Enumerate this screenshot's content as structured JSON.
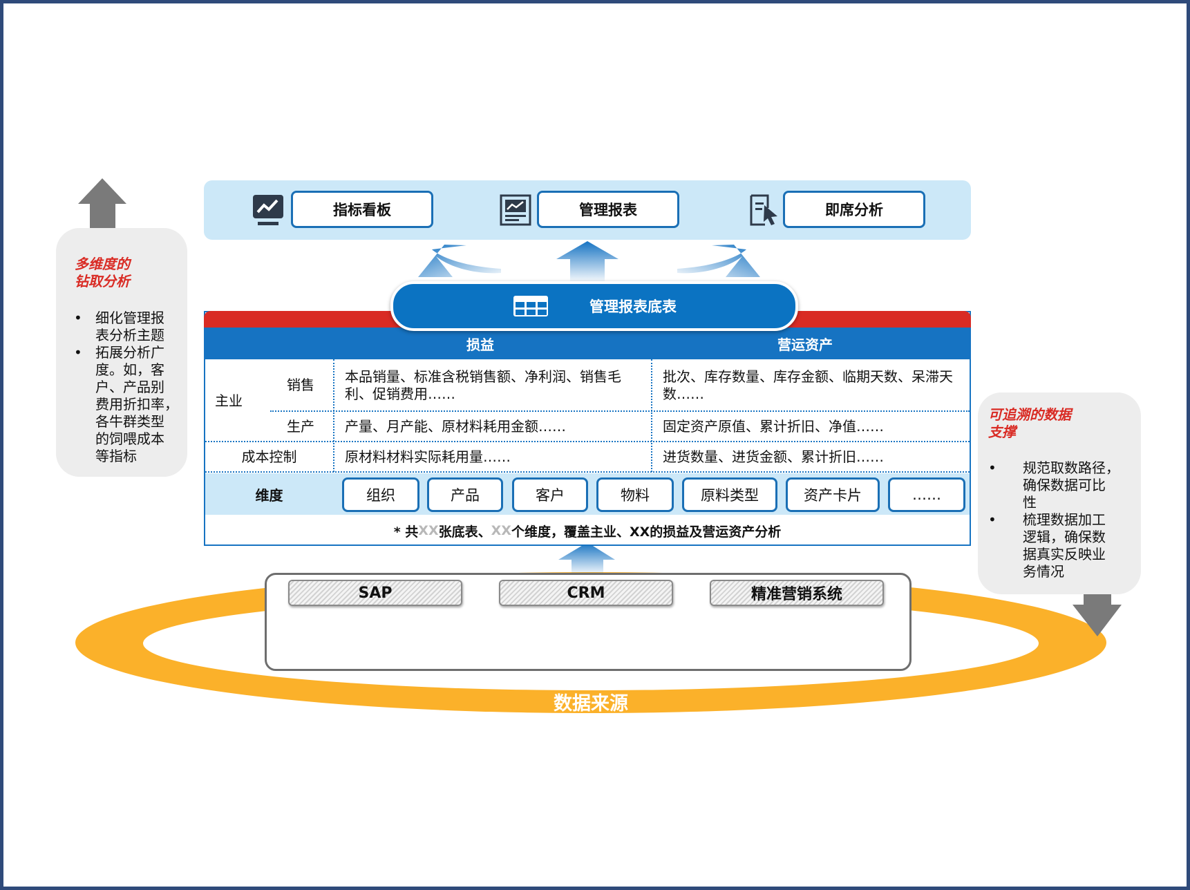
{
  "top_tools": [
    {
      "label": "指标看板",
      "icon": "line-chart-monitor-icon"
    },
    {
      "label": "管理报表",
      "icon": "report-chart-icon"
    },
    {
      "label": "即席分析",
      "icon": "document-cursor-icon"
    }
  ],
  "banner": {
    "label": "管理报表底表",
    "icon": "table-grid-icon"
  },
  "table": {
    "columns": [
      "损益",
      "营运资产"
    ],
    "main_label": "主业",
    "rows": [
      {
        "label": "销售",
        "pl": "本品销量、标准含税销售额、净利润、销售毛利、促销费用……",
        "assets": "批次、库存数量、库存金额、临期天数、呆滞天数……"
      },
      {
        "label": "生产",
        "pl": "产量、月产能、原材料耗用金额……",
        "assets": "固定资产原值、累计折旧、净值……"
      },
      {
        "label": "成本控制",
        "pl": "原材料材料实际耗用量……",
        "assets": "进货数量、进货金额、累计折旧……"
      }
    ],
    "dimension_label": "维度",
    "dimensions": [
      "组织",
      "产品",
      "客户",
      "物料",
      "原料类型",
      "资产卡片",
      "……"
    ],
    "footnote": {
      "p1": "* 共",
      "p2": "XX",
      "p3": "张底表、",
      "p4": "XX",
      "p5": "个维度，覆盖主业、XX的损益及营运资产分析"
    }
  },
  "left_panel": {
    "title": [
      "多维度的",
      "钻取分析"
    ],
    "bullets": [
      [
        "细化管理报",
        "表分析主题"
      ],
      [
        "拓展分析广",
        "度。如，客",
        "户、产品别",
        "费用折扣率，",
        "各牛群类型",
        "的饲喂成本",
        "等指标"
      ]
    ]
  },
  "right_panel": {
    "title": [
      "可追溯的数据",
      "支撑"
    ],
    "bullets": [
      [
        "规范取数路径，",
        "确保数据可比",
        "性"
      ],
      [
        "梳理数据加工",
        "逻辑，确保数",
        "据真实反映业",
        "务情况"
      ]
    ]
  },
  "sources": [
    "SAP",
    "CRM",
    "精准营销系统"
  ],
  "source_label": "数据来源",
  "bullet_symbol": "•",
  "colors": {
    "brand_blue": "#1673c2",
    "light_blue": "#cce8f8",
    "accent_red": "#d92b24",
    "ring_orange": "#fbb12a",
    "arrow_gray": "#7a7a7a"
  }
}
